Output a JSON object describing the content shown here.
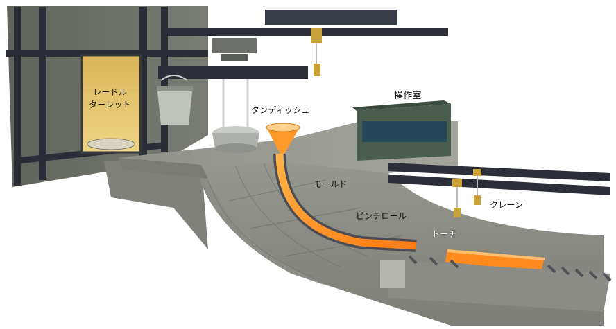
{
  "labels": {
    "ladle_turret_line1": "レードル",
    "ladle_turret_line2": "ターレット",
    "tundish": "タンディッシュ",
    "control_room": "操作室",
    "mold": "モールド",
    "pinch_roll": "ピンチロール",
    "torch": "トーチ",
    "crane": "クレーン"
  },
  "colors": {
    "steel_glow": "#ff8a1e",
    "steel_core": "#ffb347",
    "concrete": "#8d8f88",
    "dark_steel": "#2c2f38",
    "crane_yellow": "#c9a23a",
    "control_room": "#4b5d4f",
    "turret_panel": "#e5c46a"
  }
}
